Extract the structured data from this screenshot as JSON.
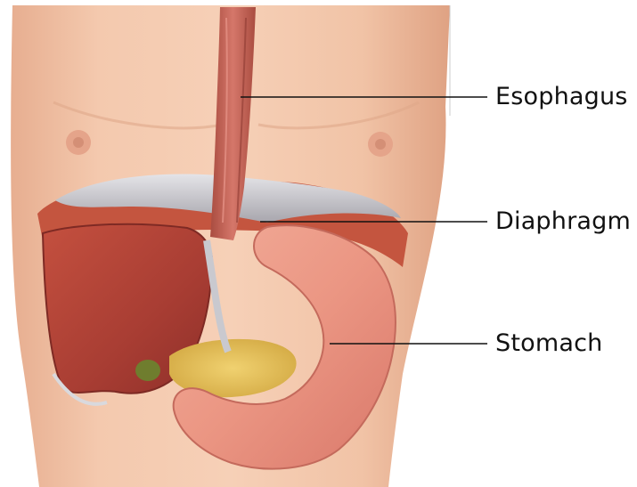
{
  "labels": {
    "esophagus": "Esophagus",
    "diaphragm": "Diaphragm",
    "stomach": "Stomach"
  },
  "colors": {
    "skin": "#f0c1a4",
    "skin_shadow": "#d99a7c",
    "liver": "#b8473a",
    "diaphragm_membrane": "#c9c9cf",
    "diaphragm_muscle": "#c4553f",
    "esophagus": "#c96a5a",
    "stomach": "#ec9a86",
    "pancreas": "#e3c15a",
    "gallbladder": "#6f7d2e",
    "leader_line": "#111111"
  }
}
